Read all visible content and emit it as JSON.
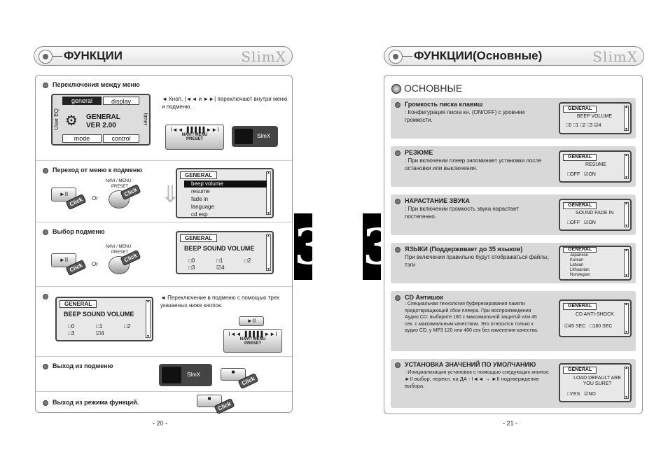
{
  "left": {
    "header_title": "ФУНКЦИИ",
    "brand": "SlimX",
    "page_number": "- 20 -",
    "sections": [
      {
        "title": "Переключения между меню",
        "note": "◄ Кноп. |◄◄ и ►►| переключают внутри меню и подменю."
      },
      {
        "title": "Переход от меню к подменю"
      },
      {
        "title": "Выбор подменю"
      },
      {
        "title": "",
        "note": "◄ Переключение в подменю с помощью трех указанных ниже кнопок."
      },
      {
        "title": "Выход из подменю"
      },
      {
        "title": "Выход из режима функций."
      }
    ],
    "main_lcd": {
      "tab_general": "general",
      "tab_display": "display",
      "side_left": "User EQ",
      "side_right": "timer",
      "line1": "GENERAL",
      "line2": "VER 2.00",
      "btn_mode": "mode",
      "btn_control": "control"
    },
    "menu_lcd": {
      "tab": "GENERAL",
      "items": [
        "beep volume",
        "resume",
        "fade in",
        "language",
        "cd esp"
      ]
    },
    "beep_lcd": {
      "tab": "GENERAL",
      "title": "BEEP SOUND VOLUME",
      "opts": [
        "□0",
        "□1",
        "□2",
        "□3",
        "☑4"
      ]
    },
    "navi_label": "NAVI / MENU",
    "preset_label": "PRESET",
    "or_label": "Or",
    "click_label": "Click",
    "player_brand": "SlmX",
    "rewind_label": "I◄◄",
    "forward_label": "►►I",
    "play_label": "►II"
  },
  "right": {
    "header_title": "ФУНКЦИИ(Основные)",
    "brand": "SlimX",
    "page_number": "- 21 -",
    "section_heading": "ОСНОВНЫЕ",
    "tab_number": "3",
    "items": [
      {
        "title": "Громкость писка клавиш",
        "desc": ": Конфигурация писка кн. (ON/OFF) с уровнем громкости.",
        "lcd_tab": "GENERAL",
        "lcd_title": "BEEP VOLUME",
        "lcd_opts": "□0  □1  □2  □3  ☑4"
      },
      {
        "title": "РЕЗЮМЕ",
        "desc": ": При включении плеер запоминает установки после остановки или выключения.",
        "lcd_tab": "GENERAL",
        "lcd_title": "RESUME",
        "lcd_opts": "□OFF   ☑ON"
      },
      {
        "title": "НАРАСТАНИЕ ЗВУКА",
        "desc": ": При включении громкость звука нарастает постепенно.",
        "lcd_tab": "GENERAL",
        "lcd_title": "SOUND FADE IN",
        "lcd_opts": "□OFF   ☑ON"
      },
      {
        "title": "ЯЗЫКИ (Поддерживает до 35 языков)",
        "desc": "При включении правильно будут отображаться файлы, тэги",
        "lcd_tab": "GENERAL",
        "lcd_title": "",
        "lcd_opts": "Japanese\nKorean\nLatvian\nLithuanian\nNorwegian"
      },
      {
        "title": "CD Антишок",
        "desc": ": Специальная технология буферезирования памяти предотвращающий сбои плеера. При воспроизведения Аудио CD: выбирите 180 с максимальной защитой или 45 сек. с максимальным качеством. Это относится только к аудио CD, у MP3 120 или 480 сек без изменения качества.",
        "lcd_tab": "GENERAL",
        "lcd_title": "CD ANTI-SHOCK",
        "lcd_opts": "☑45 SEC   □180 SEC"
      },
      {
        "title": "УСТАНОВКА ЗНАЧЕНИЙ ПО УМОЛЧАНИЮ",
        "desc": ": Инициализация установок с помощью следующих кнопок: ►II выбор, перекл. на ДА - I◄◄ → ►II подтверждение выбора.",
        "lcd_tab": "GENERAL",
        "lcd_title": "LOAD DEFAULT ARE YOU SURE?",
        "lcd_opts": "□YES   ☑NO"
      }
    ]
  }
}
